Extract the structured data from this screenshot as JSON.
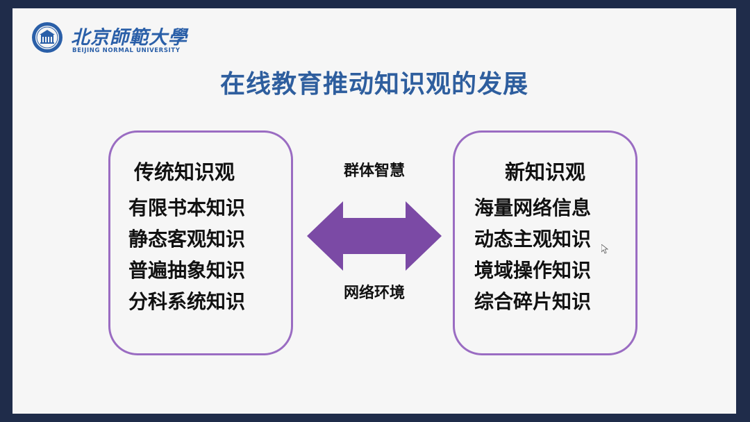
{
  "logo": {
    "chinese": "北京師範大學",
    "english": "BEIJING NORMAL UNIVERSITY"
  },
  "title": "在线教育推动知识观的发展",
  "traditional": {
    "heading": "传统知识观",
    "items": [
      "有限书本知识",
      "静态客观知识",
      "普遍抽象知识",
      "分科系统知识"
    ]
  },
  "new": {
    "heading": "新知识观",
    "items": [
      "海量网络信息",
      "动态主观知识",
      "境域操作知识",
      "综合碎片知识"
    ]
  },
  "arrow": {
    "top_label": "群体智慧",
    "bottom_label": "网络环境",
    "color": "#7b4aa5"
  },
  "colors": {
    "title": "#2e5e9e",
    "box_border": "#9a6cc2",
    "frame": "#1f2c4a"
  }
}
